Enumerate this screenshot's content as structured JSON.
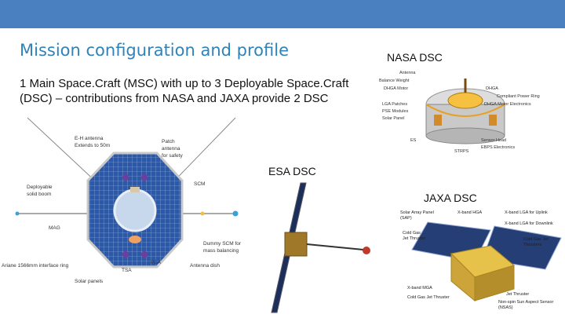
{
  "slide": {
    "title": "Mission configuration and profile",
    "body": "1 Main Space.Craft (MSC) with up to 3 Deployable Space.Craft (DSC) – contributions from NASA and JAXA provide 2 DSC",
    "colors": {
      "header_bar": "#4a7fc0",
      "title": "#2f83b8"
    }
  },
  "captions": {
    "nasa": "NASA DSC",
    "esa": "ESA DSC",
    "jaxa": "JAXA DSC"
  },
  "msc_labels": {
    "antenna": "E-H antenna",
    "antenna_ext": "Extends to 50m",
    "patch": "Patch",
    "patch2": "antenna",
    "patch3": "for safety",
    "boom": "Deployable",
    "boom2": "solid boom",
    "scm": "SCM",
    "mag": "MAG",
    "dummy": "Dummy SCM for",
    "dummy2": "mass balancing",
    "pea": "PEA",
    "dish": "Antenna dish",
    "tsa": "TSA",
    "ring": "Ariane 1566mm interface ring",
    "panels": "Solar panels"
  },
  "nasa_labels": {
    "l1": "Antenna",
    "l2": "Balance Weight",
    "l3": "DHGA Motor",
    "l4": "LGA Patches",
    "l5": "PSE Modules",
    "l6": "Solar Panel",
    "r1": "DHGA",
    "r2": "Compliant Power Ring",
    "r3": "DHGA Motor Electronics",
    "b1": "Sensor Head",
    "b2": "EBPS Electronics",
    "b3": "ES",
    "b4": "STRPS"
  },
  "jaxa_labels": {
    "sap": "Solar Array Panel",
    "sap2": "(SAP)",
    "xhga": "X-band HGA",
    "lga_up": "X-band LGA for Uplink",
    "lga_down": "X-band LGA for Downlink",
    "cgt": "Cold Gas",
    "cgt2": "Jet Thruster",
    "cgj": "Cold Gas Jet",
    "cgj2": "Thrusters",
    "mga": "X-band MGA",
    "jet": "Jet Thruster",
    "nssas": "Non-spin Sun Aspect Sensor",
    "nssas2": "(NSAS)",
    "cgjt": "Cold Gas Jet Thruster"
  }
}
